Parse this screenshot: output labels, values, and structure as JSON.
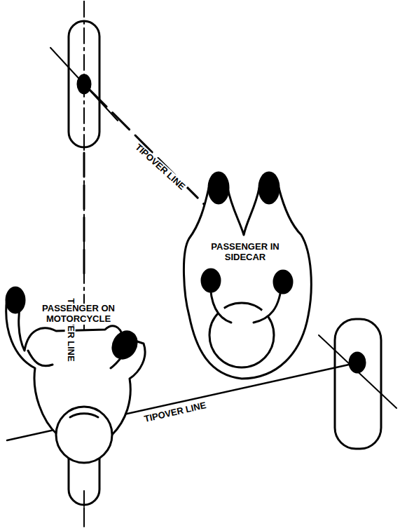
{
  "diagram": {
    "labels": [
      "TIPOVER LINE",
      "TIPOVER LINE",
      "PASSENGER IN SIDECAR",
      "PASSENGER ON MOTORCYCLE",
      "TIPOVER LINE"
    ]
  }
}
